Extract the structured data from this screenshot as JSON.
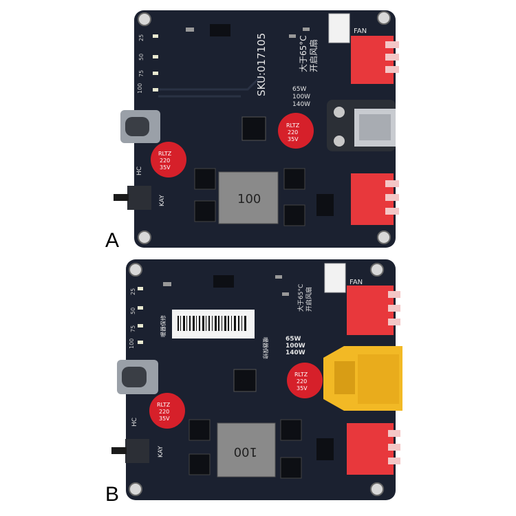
{
  "panels": [
    {
      "label": "A",
      "sku": "SKU:017105",
      "temp_note": "大于65°C",
      "fan_note": "开启风扇",
      "fan": "FAN",
      "power_levels": [
        "65W",
        "100W",
        "140W"
      ],
      "led_scale": [
        "25",
        "50",
        "75",
        "100"
      ],
      "inductor": "100",
      "cap_text": [
        "RLTZ",
        "220",
        "35V"
      ],
      "hc": "HC",
      "key": "KAY"
    },
    {
      "label": "B",
      "temp_note": "大于65°C",
      "fan_note": "开启风扇",
      "fan": "FAN",
      "power_levels": [
        "65W",
        "100W",
        "140W"
      ],
      "led_scale": [
        "25",
        "50",
        "75",
        "100"
      ],
      "inductor": "100",
      "cap_text": [
        "RLTZ",
        "220",
        "35V"
      ],
      "hc": "HC",
      "key": "KAY",
      "side_label_left": "暖器保修",
      "side_label_right": "暖器保修"
    }
  ],
  "colors": {
    "pcb": "#1b2130",
    "connector_red": "#e8383c",
    "xt_connector_yellow": "#f2b925",
    "capacitor_red": "#d6202a",
    "inductor_grey": "#8a8a8a"
  }
}
